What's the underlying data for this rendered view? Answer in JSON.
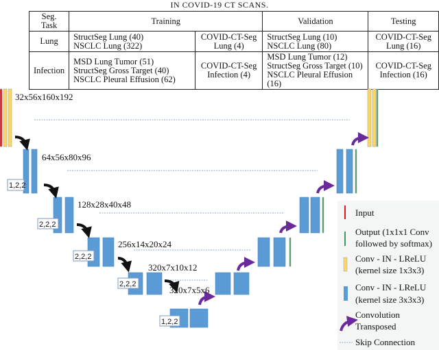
{
  "caption": "IN COVID-19 CT SCANS.",
  "table": {
    "headers": [
      "Seg. Task",
      "Training",
      "Validation",
      "Testing"
    ],
    "rows": [
      {
        "task": "Lung",
        "training_a": [
          "StructSeg Lung (40)",
          "NSCLC Lung (322)"
        ],
        "training_b": [
          "COVID-CT-Seg",
          "Lung (4)"
        ],
        "validation": [
          "StructSeg Lung (10)",
          "NSCLC Lung (80)"
        ],
        "testing": [
          "COVID-CT-Seg",
          "Lung (16)"
        ]
      },
      {
        "task": "Infection",
        "training_a": [
          "MSD Lung Tumor (51)",
          "StructSeg Gross Target (40)",
          "NSCLC Pleural Effusion (62)"
        ],
        "training_b": [
          "COVID-CT-Seg",
          "Infection (4)"
        ],
        "validation": [
          "MSD Lung Tumor (12)",
          "StructSeg Gross Target (10)",
          "NSCLC Pleural Effusion (16)"
        ],
        "testing": [
          "COVID-CT-Seg",
          "Infection (16)"
        ]
      }
    ]
  },
  "diagram": {
    "feature_sizes": [
      "32x56x160x192",
      "64x56x80x96",
      "128x28x40x48",
      "256x14x20x24",
      "320x7x10x12",
      "320x7x5x6"
    ],
    "strides": [
      "1,2,2",
      "2,2,2",
      "2,2,2",
      "2,2,2",
      "1,2,2"
    ],
    "colors": {
      "input": "#e8161c",
      "output": "#3f9a5a",
      "conv_1x3x3": "#fdd55f",
      "conv_3x3x3": "#5b9bd5",
      "transposed": "#6a2a9a",
      "skip": "#8aa9d0",
      "downsample": "#111111"
    },
    "legend": [
      {
        "icon": "input-bar",
        "lines": [
          "Input"
        ]
      },
      {
        "icon": "output-bar",
        "lines": [
          "Output (1x1x1 Conv",
          "followed by softmax)"
        ]
      },
      {
        "icon": "yellow-conv-block",
        "lines": [
          "Conv - IN - LReLU",
          "(kernel size 1x3x3)"
        ]
      },
      {
        "icon": "blue-conv-block",
        "lines": [
          "Conv - IN - LReLU",
          "(kernel size 3x3x3)"
        ]
      },
      {
        "icon": "purple-curved-arrow",
        "lines": [
          "Convolution",
          "Transposed"
        ]
      },
      {
        "icon": "dotted-line",
        "lines": [
          "Skip Connection"
        ]
      }
    ]
  }
}
